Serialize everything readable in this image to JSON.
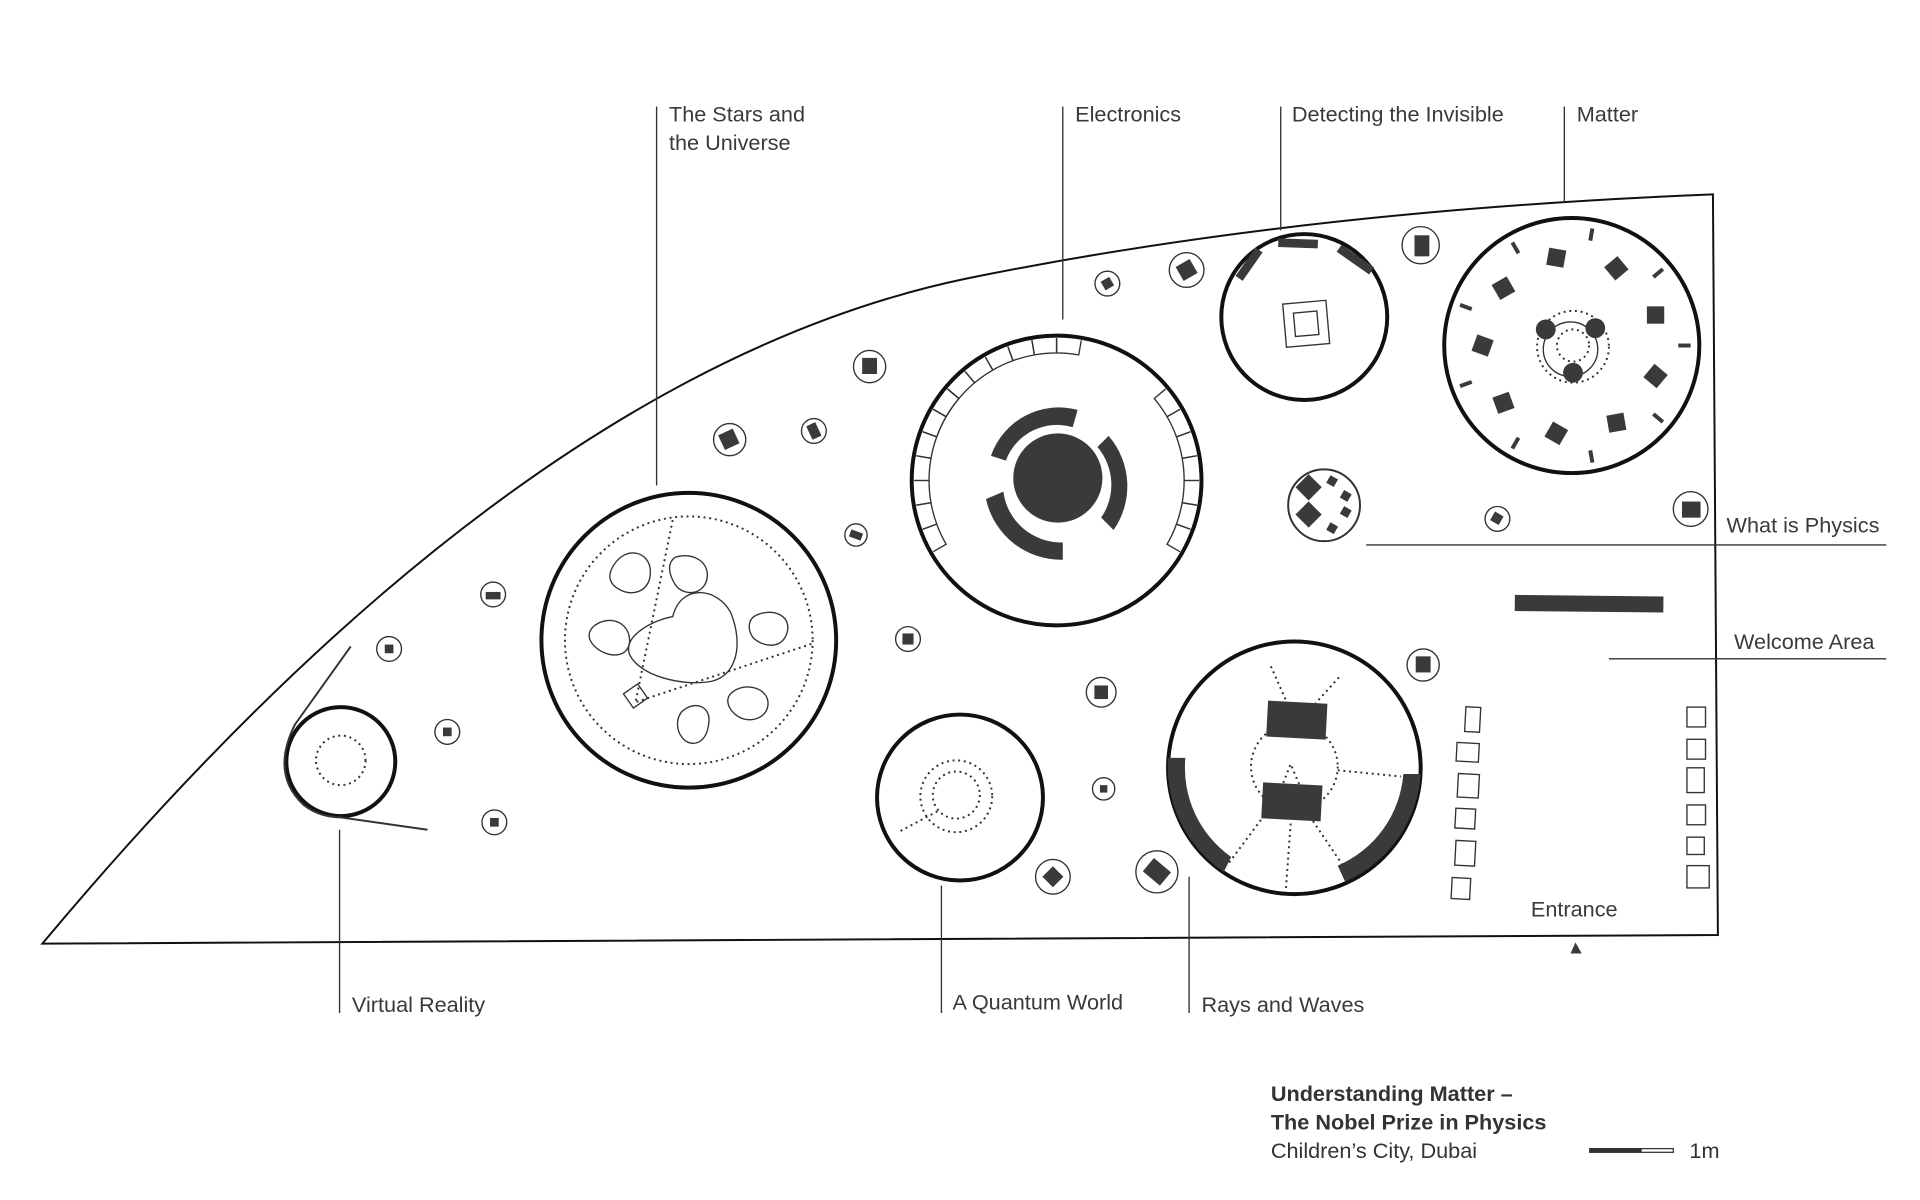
{
  "title": {
    "line1": "Understanding Matter –",
    "line2": "The Nobel Prize in Physics",
    "location": "Children’s City, Dubai"
  },
  "scale_bar": {
    "label": "1m"
  },
  "zones": {
    "stars": {
      "line1": "The Stars and",
      "line2": "the Universe"
    },
    "electronics": "Electronics",
    "detecting": "Detecting the Invisible",
    "matter": "Matter",
    "what_is_physics": "What is Physics",
    "welcome": "Welcome Area",
    "entrance": "Entrance",
    "virtual_reality": "Virtual Reality",
    "quantum": "A Quantum World",
    "rays": "Rays and Waves"
  },
  "colors": {
    "fill": "#3a3a3a",
    "line": "#111111",
    "text": "#3a3a3a",
    "background": "#ffffff"
  },
  "icons": {
    "entrance_marker": "triangle-up",
    "scale_bar": "scale-bar"
  }
}
